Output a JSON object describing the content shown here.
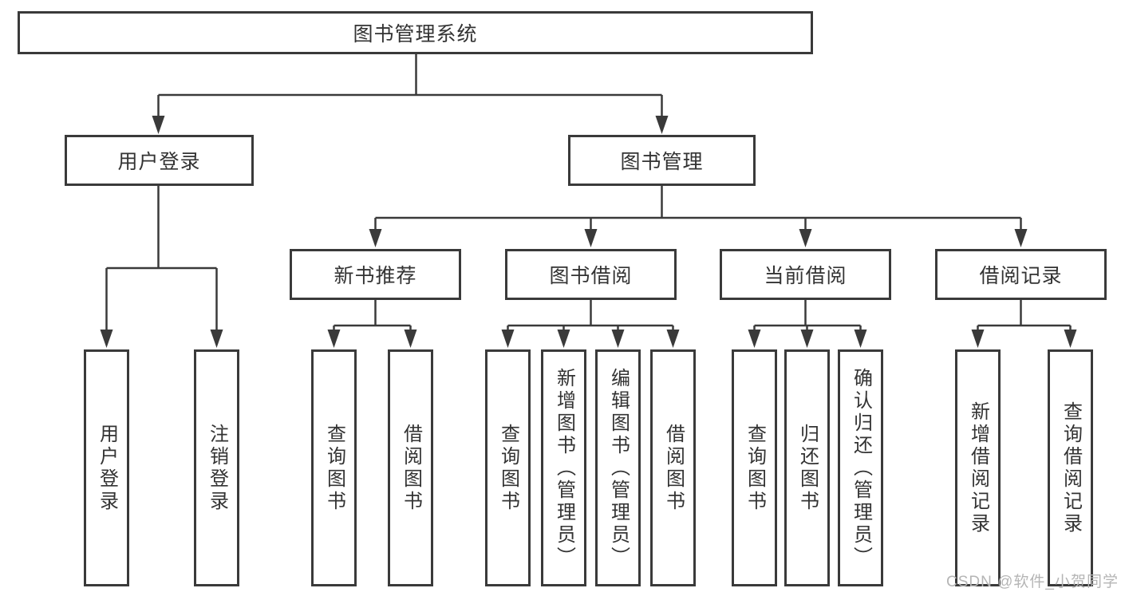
{
  "diagram": {
    "title": "图书管理系统",
    "nodes": {
      "root": {
        "label": "图书管理系统"
      },
      "level1": [
        {
          "label": "用户登录"
        },
        {
          "label": "图书管理"
        }
      ],
      "level2": [
        {
          "label": "新书推荐",
          "parent": "图书管理"
        },
        {
          "label": "图书借阅",
          "parent": "图书管理"
        },
        {
          "label": "当前借阅",
          "parent": "图书管理"
        },
        {
          "label": "借阅记录",
          "parent": "图书管理"
        }
      ],
      "leaves": [
        {
          "label": "用户登录",
          "parent": "用户登录"
        },
        {
          "label": "注销登录",
          "parent": "用户登录"
        },
        {
          "label": "查询图书",
          "parent": "新书推荐"
        },
        {
          "label": "借阅图书",
          "parent": "新书推荐"
        },
        {
          "label": "查询图书",
          "parent": "图书借阅"
        },
        {
          "label": "新增图书（管理员）",
          "parent": "图书借阅"
        },
        {
          "label": "编辑图书（管理员）",
          "parent": "图书借阅"
        },
        {
          "label": "借阅图书",
          "parent": "图书借阅"
        },
        {
          "label": "查询图书",
          "parent": "当前借阅"
        },
        {
          "label": "归还图书",
          "parent": "当前借阅"
        },
        {
          "label": "确认归还（管理员）",
          "parent": "当前借阅"
        },
        {
          "label": "新增借阅记录",
          "parent": "借阅记录"
        },
        {
          "label": "查询借阅记录",
          "parent": "借阅记录"
        }
      ]
    },
    "colors": {
      "line": "#3a3a3a",
      "text": "#333333",
      "background": "#ffffff",
      "watermark": "#b5b5b5"
    },
    "watermark": "CSDN @软件_小贺同学"
  }
}
